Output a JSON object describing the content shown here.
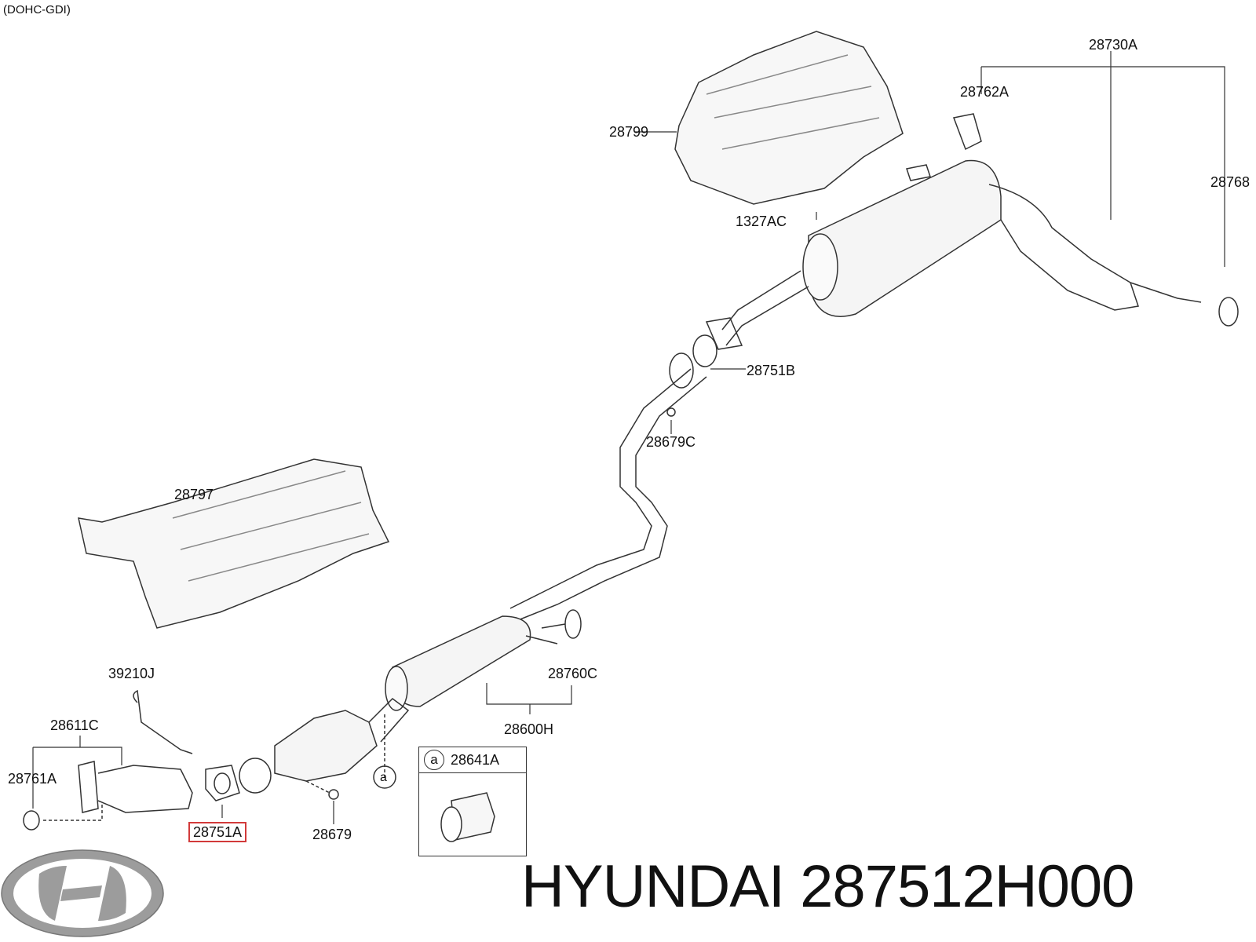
{
  "header": {
    "engine": "(DOHC-GDI)"
  },
  "parts": {
    "p28730A": "28730A",
    "p28762A": "28762A",
    "p28799": "28799",
    "p28768": "28768",
    "p1327AC": "1327AC",
    "p28751B": "28751B",
    "p28679C": "28679C",
    "p28797": "28797",
    "p39210J": "39210J",
    "p28760C": "28760C",
    "p28611C": "28611C",
    "p28600H": "28600H",
    "p28761A": "28761A",
    "p28641A": "28641A",
    "p28751A": "28751A",
    "p28679": "28679",
    "ref_a": "a",
    "ref_a2": "a"
  },
  "footer": {
    "brand_and_part": "HYUNDAI 287512H000",
    "logo_text": "Hyundai"
  },
  "colors": {
    "highlight": "#d23a3a"
  }
}
